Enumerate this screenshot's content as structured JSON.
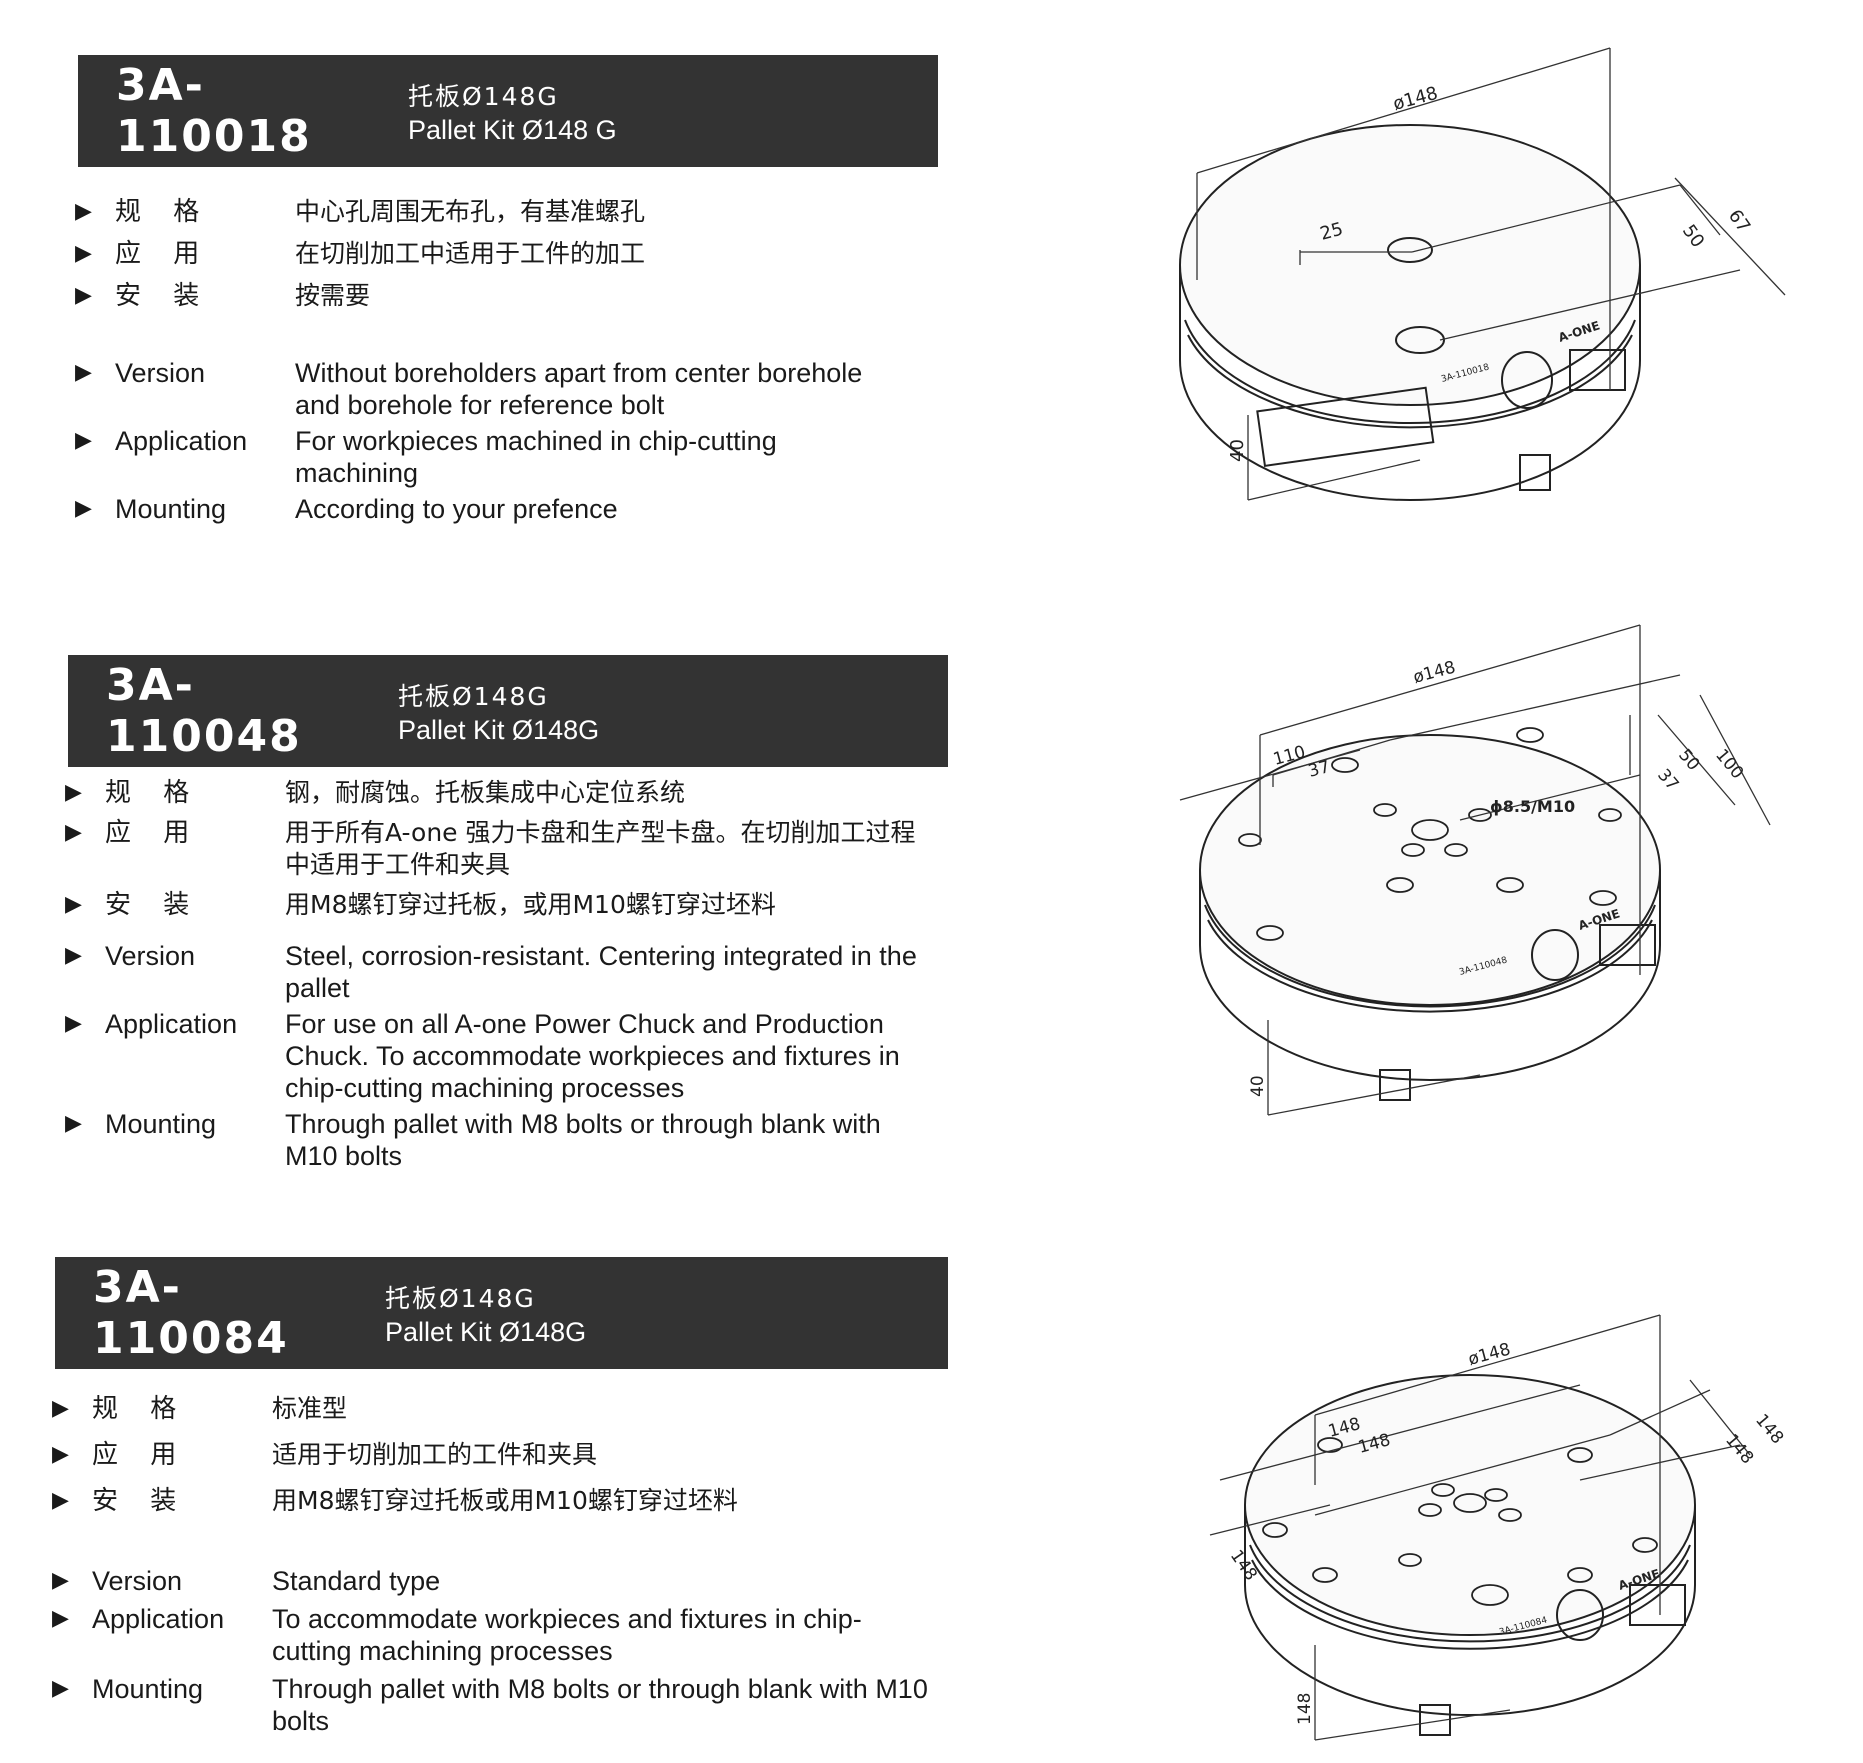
{
  "products": [
    {
      "code": "3A-110018",
      "name_zh": "托板Ø148G",
      "name_en": "Pallet Kit Ø148 G",
      "specs_zh": [
        {
          "label": "规 格",
          "value": "中心孔周围无布孔，有基准螺孔"
        },
        {
          "label": "应 用",
          "value": "在切削加工中适用于工件的加工"
        },
        {
          "label": "安 装",
          "value": "按需要"
        }
      ],
      "specs_en": [
        {
          "label": "Version",
          "value": "Without boreholders apart from center borehole and borehole for reference bolt"
        },
        {
          "label": "Application",
          "value": "For workpieces machined in chip-cutting machining"
        },
        {
          "label": "Mounting",
          "value": "According to your prefence"
        }
      ],
      "drawing": {
        "dia": "ø148",
        "dims": [
          "25",
          "50",
          "67"
        ],
        "height": "40",
        "part_label": "3A-110018",
        "brand": "A-ONE"
      }
    },
    {
      "code": "3A-110048",
      "name_zh": "托板Ø148G",
      "name_en": "Pallet Kit Ø148G",
      "specs_zh": [
        {
          "label": "规 格",
          "value": "钢，耐腐蚀。托板集成中心定位系统"
        },
        {
          "label": "应 用",
          "value": "用于所有A-one 强力卡盘和生产型卡盘。在切削加工过程中适用于工件和夹具"
        },
        {
          "label": "安 装",
          "value": "用M8螺钉穿过托板，或用M10螺钉穿过坯料"
        }
      ],
      "specs_en": [
        {
          "label": "Version",
          "value": "Steel, corrosion-resistant. Centering integrated in the pallet"
        },
        {
          "label": "Application",
          "value": "For use on all A-one Power Chuck and Production Chuck. To accommodate workpieces and fixtures in chip-cutting machining processes"
        },
        {
          "label": "Mounting",
          "value": "Through pallet with M8 bolts or through blank with M10 bolts"
        }
      ],
      "drawing": {
        "dia": "ø148",
        "dims": [
          "110",
          "37",
          "100",
          "50",
          "37"
        ],
        "hole": "ϕ8.5/M10",
        "height": "40",
        "part_label": "3A-110048",
        "brand": "A-ONE"
      }
    },
    {
      "code": "3A-110084",
      "name_zh": "托板Ø148G",
      "name_en": "Pallet Kit Ø148G",
      "specs_zh": [
        {
          "label": "规 格",
          "value": "标准型"
        },
        {
          "label": "应 用",
          "value": "适用于切削加工的工件和夹具"
        },
        {
          "label": "安 装",
          "value": "用M8螺钉穿过托板或用M10螺钉穿过坯料"
        }
      ],
      "specs_en": [
        {
          "label": "Version",
          "value": "Standard type"
        },
        {
          "label": "Application",
          "value": "To accommodate workpieces and fixtures in chip-cutting machining processes"
        },
        {
          "label": "Mounting",
          "value": "Through pallet with M8 bolts or through blank with M10 bolts"
        }
      ],
      "drawing": {
        "dia": "ø148",
        "dims": [
          "148",
          "148",
          "148",
          "148",
          "148"
        ],
        "height": "148",
        "part_label": "3A-110084",
        "brand": "A-ONE"
      }
    }
  ],
  "icons": {
    "bullet": "right-triangle-bullet-icon"
  }
}
